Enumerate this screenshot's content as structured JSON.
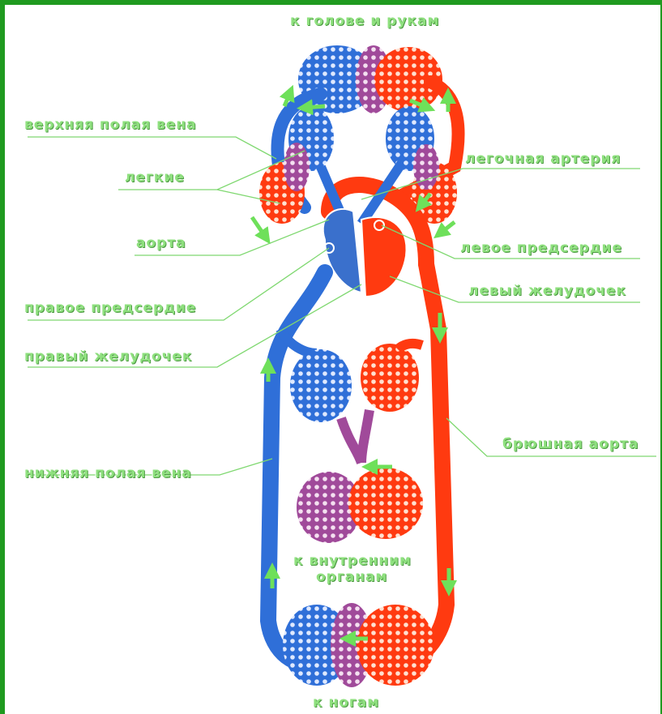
{
  "colors": {
    "frame": "#1f9a1f",
    "label": "#8fe07f",
    "leader": "#7fd870",
    "arrow": "#6ee05a",
    "artery": "#ff3a10",
    "vein": "#2f6fd8",
    "mixed": "#a04a9a"
  },
  "labels": {
    "head_arms": "к голове и рукам",
    "superior_vena_cava": "верхняя полая вена",
    "lungs": "легкие",
    "aorta": "аорта",
    "right_atrium": "правое предсердие",
    "right_ventricle": "правый желудочек",
    "inferior_vena_cava": "нижняя полая вена",
    "pulmonary_artery": "легочная артерия",
    "left_atrium": "левое предсердие",
    "left_ventricle": "левый желудочек",
    "abdominal_aorta": "брюшная аорта",
    "internal_organs_1": "к внутренним",
    "internal_organs_2": "органам",
    "legs": "к ногам"
  }
}
